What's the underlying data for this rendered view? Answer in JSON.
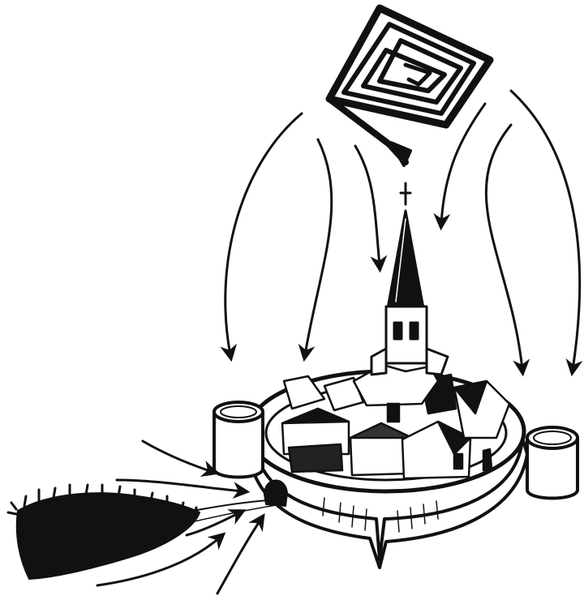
{
  "illustration": {
    "style": "black ink sketch on white",
    "ink_color": "#111111",
    "paper_color": "#ffffff",
    "elements": [
      "spiral-square-symbol",
      "curved-arrows-down",
      "walled-town",
      "church-steeple",
      "round-towers",
      "town-gate",
      "crowd-of-people",
      "inflow-arrows"
    ]
  }
}
